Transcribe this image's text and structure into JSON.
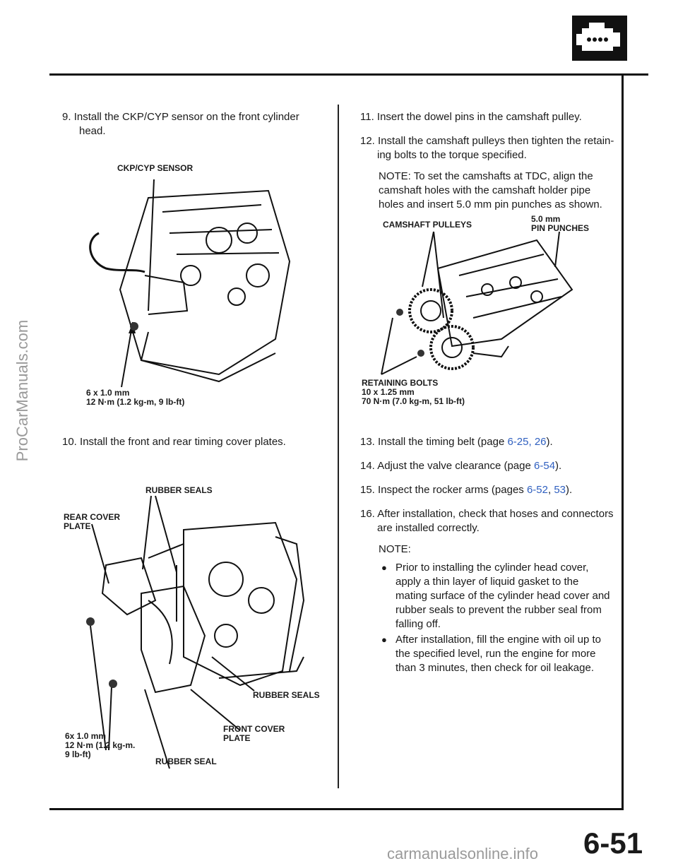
{
  "watermark_side": "ProCarManuals.com",
  "watermark_footer": "carmanualsonline.info",
  "page_number": "6-51",
  "left": {
    "step9": {
      "num": "9.",
      "line1": "Install the CKP/CYP sensor on the front cylinder",
      "line2": "head."
    },
    "fig1": {
      "sensor_label": "CKP/CYP SENSOR",
      "bolt_label_1": "6 x 1.0 mm",
      "bolt_label_2": "12 N·m (1.2 kg-m, 9 lb-ft)"
    },
    "step10": {
      "num": "10.",
      "text": "Install the front and rear timing cover plates."
    },
    "fig2": {
      "rubber_seals_top": "RUBBER SEALS",
      "rear_cover_1": "REAR COVER",
      "rear_cover_2": "PLATE",
      "rubber_seals_right": "RUBBER SEALS",
      "front_cover_1": "FRONT COVER",
      "front_cover_2": "PLATE",
      "rubber_seal": "RUBBER SEAL",
      "bolt_1": "6x 1.0 mm",
      "bolt_2": "12 N·m (1.2 kg-m.",
      "bolt_3": "9 lb-ft)"
    }
  },
  "right": {
    "step11": {
      "num": "11.",
      "text": "Insert the dowel pins in the camshaft pulley."
    },
    "step12": {
      "num": "12.",
      "line1": "Install the camshaft pulleys then tighten the retain-",
      "line2": "ing bolts to the torque specified."
    },
    "note1": "NOTE: To set the camshafts at TDC, align the camshaft holes with the camshaft holder pipe holes and insert 5.0 mm pin punches as shown.",
    "fig3": {
      "pulleys_label": "CAMSHAFT PULLEYS",
      "pin_1": "5.0 mm",
      "pin_2": "PIN PUNCHES",
      "bolts_1": "RETAINING BOLTS",
      "bolts_2": "10 x 1.25 mm",
      "bolts_3": "70 N·m (7.0 kg-m, 51 lb-ft)"
    },
    "step13": {
      "num": "13.",
      "text": "Install the timing belt (page ",
      "link": "6-25, 26",
      "end": ")."
    },
    "step14": {
      "num": "14.",
      "text": "Adjust the valve clearance (page ",
      "link": "6-54",
      "end": ")."
    },
    "step15": {
      "num": "15.",
      "text": "Inspect the rocker arms (pages ",
      "link1": "6-52",
      "sep": ", ",
      "link2": "53",
      "end": ")."
    },
    "step16": {
      "num": "16.",
      "line1": "After installation, check that hoses and connectors",
      "line2": "are installed correctly."
    },
    "note2": {
      "title": "NOTE:",
      "bullet1": "Prior to installing the cylinder head cover, apply a thin layer of liquid gasket to the mating surface of the cylinder head cover and rubber seals to prevent the rubber seal from falling off.",
      "bullet2": "After installation, fill the engine with oil up to the specified level, run the engine for more than 3 minutes, then check for oil leakage."
    }
  }
}
